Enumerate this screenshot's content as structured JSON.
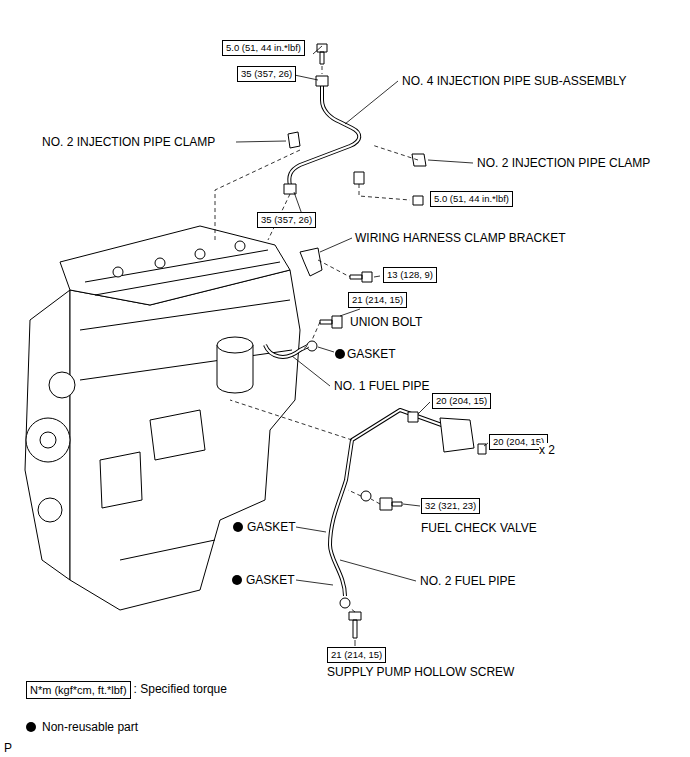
{
  "diagram": {
    "nodes": [
      {
        "text": [
          "5.0 (51, 44 in.*lbf)"
        ]
      },
      {
        "text": [
          "35 (357, 26)"
        ]
      },
      {
        "text": [
          "5.0 (51, 44 in.*lbf)"
        ]
      },
      {
        "text": [
          "35 (357, 26)"
        ]
      },
      {
        "text": [
          "13 (128, 9)"
        ]
      },
      {
        "text": [
          "21 (214, 15)"
        ]
      },
      {
        "text": [
          "20 (204, 15)"
        ]
      },
      {
        "text": [
          "20 (204, 15)"
        ]
      },
      {
        "text": [
          "32 (321, 23)"
        ]
      },
      {
        "text": [
          "21 (214, 15)"
        ]
      },
      {
        "text": [
          "N*m (kgf*cm, ft.*lbf)"
        ]
      }
    ],
    "labels": [
      "NO. 4 INJECTION PIPE SUB-ASSEMBLY",
      "NO. 2 INJECTION PIPE CLAMP",
      "NO. 2 INJECTION PIPE CLAMP",
      "WIRING HARNESS CLAMP BRACKET",
      "UNION BOLT",
      "GASKET",
      "NO. 1 FUEL PIPE",
      "GASKET",
      "FUEL CHECK VALVE",
      "GASKET",
      "NO. 2 FUEL PIPE",
      "SUPPLY PUMP HOLLOW SCREW",
      "x 2",
      "P"
    ],
    "legend": [
      {
        "text": ": Specified torque"
      },
      {
        "text": "Non-reusable part"
      }
    ]
  }
}
